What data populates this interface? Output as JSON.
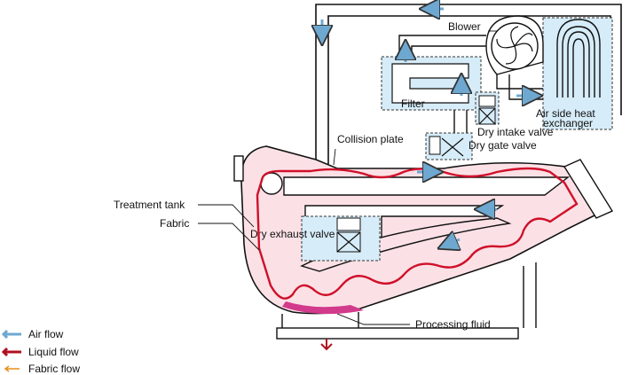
{
  "labels": {
    "blower": "Blower",
    "filter": "Filter",
    "air_side_heat_exchanger_line1": "Air side heat",
    "air_side_heat_exchanger_line2": "exchanger",
    "dry_intake_valve": "Dry intake valve",
    "dry_gate_valve": "Dry gate valve",
    "collision_plate": "Collision plate",
    "treatment_tank": "Treatment tank",
    "fabric": "Fabric",
    "dry_exhaust_valve": "Dry exhaust valve",
    "processing_fluid": "Processing fluid"
  },
  "legend": [
    {
      "label": "Air flow",
      "icon": "air-flow-arrow-icon",
      "color": "#7fb3d5"
    },
    {
      "label": "Liquid flow",
      "icon": "liquid-flow-arrow-icon",
      "color": "#b01020"
    },
    {
      "label": "Fabric flow",
      "icon": "fabric-flow-arrow-icon",
      "color": "#e8901a"
    }
  ],
  "colors": {
    "tank_fill": "#fbe1e6",
    "equipment_fill": "#d6ecf8",
    "fabric_line": "#d0102a",
    "processing_fluid": "#d23a8c",
    "outline": "#111111"
  }
}
